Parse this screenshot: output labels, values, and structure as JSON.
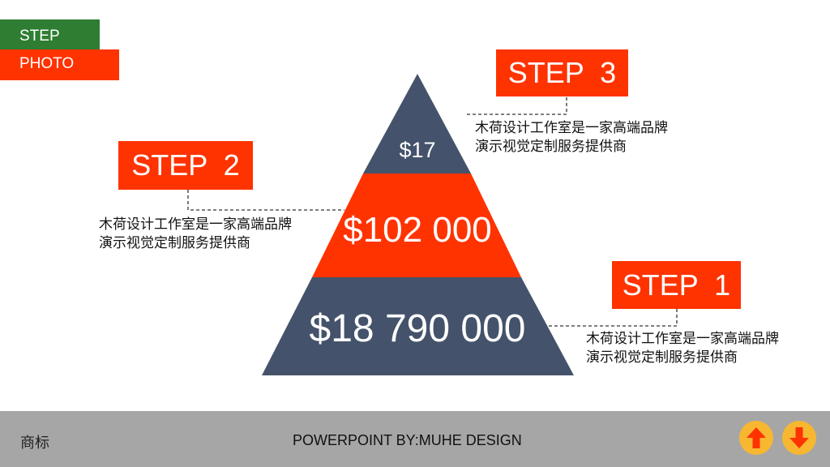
{
  "tags": {
    "step": "STEP",
    "photo": "PHOTO"
  },
  "steps": [
    {
      "label": "STEP  3",
      "description": "木荷设计工作室是一家高端品牌演示视觉定制服务提供商"
    },
    {
      "label": "STEP  2",
      "description": "木荷设计工作室是一家高端品牌演示视觉定制服务提供商"
    },
    {
      "label": "STEP  1",
      "description": "木荷设计工作室是一家高端品牌演示视觉定制服务提供商"
    }
  ],
  "pyramid": {
    "levels": [
      {
        "value": "$17",
        "color": "#44536b"
      },
      {
        "value": "$102 000",
        "color": "#ff3300"
      },
      {
        "value": "$18 790 000",
        "color": "#44536b"
      }
    ]
  },
  "footer": {
    "logo": "商标",
    "title": "POWERPOINT BY:MUHE DESIGN",
    "button_color": "#f7b731",
    "arrow_color": "#ff3300",
    "icons": [
      "arrow-up-icon",
      "arrow-down-icon"
    ]
  }
}
